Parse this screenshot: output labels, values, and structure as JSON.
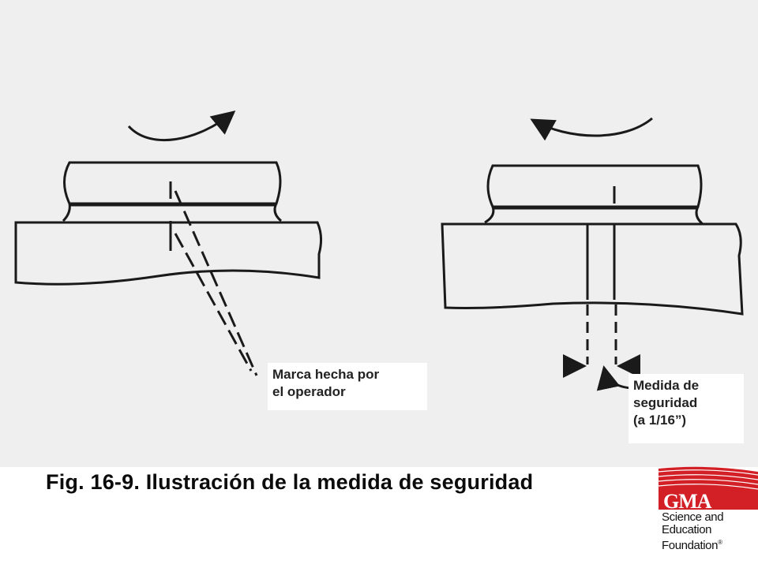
{
  "figure": {
    "caption": "Fig. 16-9.  Ilustración de la medida de seguridad",
    "labels": {
      "operator_mark": [
        "Marca hecha por",
        "el operador"
      ],
      "safety_measure": [
        "Medida de",
        "seguridad",
        "(a 1/16”)"
      ]
    }
  },
  "logo": {
    "name": "GMA",
    "lines": [
      "Science and",
      "Education",
      "Foundation"
    ],
    "registered_mark": "®"
  },
  "colors": {
    "background": "#efefef",
    "ink": "#1a1a1a",
    "logo_red": "#d31f26"
  }
}
